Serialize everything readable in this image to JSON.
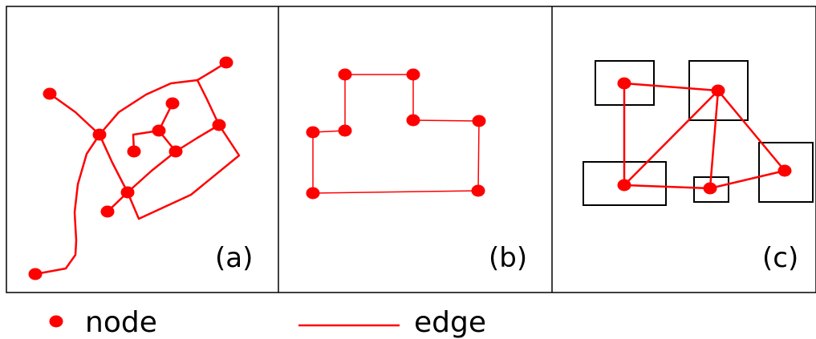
{
  "panels": [
    {
      "label": "(a)"
    },
    {
      "label": "(b)"
    },
    {
      "label": "(c)"
    }
  ],
  "legend": {
    "node_label": "node",
    "edge_label": "edge"
  },
  "colors": {
    "node": "#ff0000",
    "edge": "#ff0000",
    "frame": "#000000"
  }
}
